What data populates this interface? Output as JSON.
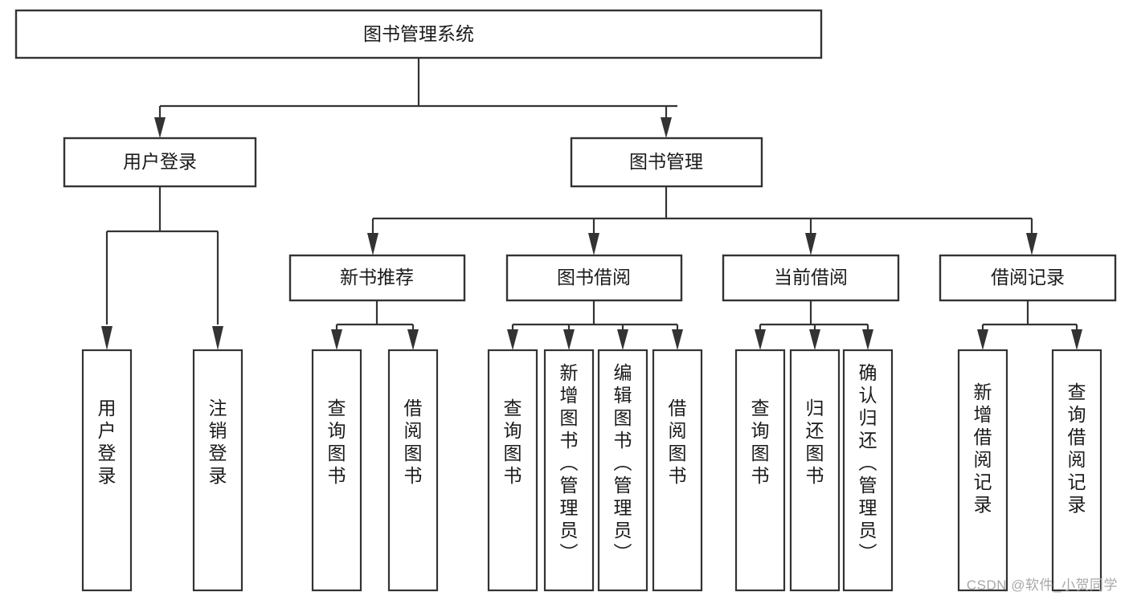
{
  "diagram": {
    "title": "图书管理系统",
    "type": "hierarchy-tree",
    "watermark": "CSDN @软件_小贺同学",
    "levels": [
      {
        "level": 1,
        "nodes": [
          {
            "id": "root",
            "label": "图书管理系统",
            "orientation": "horizontal"
          }
        ]
      },
      {
        "level": 2,
        "nodes": [
          {
            "id": "login",
            "label": "用户登录",
            "orientation": "horizontal",
            "parent": "root"
          },
          {
            "id": "bookmgmt",
            "label": "图书管理",
            "orientation": "horizontal",
            "parent": "root"
          }
        ]
      },
      {
        "level": 3,
        "nodes": [
          {
            "id": "newbook",
            "label": "新书推荐",
            "orientation": "horizontal",
            "parent": "bookmgmt"
          },
          {
            "id": "borrow",
            "label": "图书借阅",
            "orientation": "horizontal",
            "parent": "bookmgmt"
          },
          {
            "id": "current",
            "label": "当前借阅",
            "orientation": "horizontal",
            "parent": "bookmgmt"
          },
          {
            "id": "records",
            "label": "借阅记录",
            "orientation": "horizontal",
            "parent": "bookmgmt"
          }
        ]
      },
      {
        "level": 4,
        "nodes": [
          {
            "id": "leaf-1",
            "label": "用户登录",
            "orientation": "vertical",
            "parent": "login"
          },
          {
            "id": "leaf-2",
            "label": "注销登录",
            "orientation": "vertical",
            "parent": "login"
          },
          {
            "id": "leaf-3",
            "label": "查询图书",
            "orientation": "vertical",
            "parent": "newbook"
          },
          {
            "id": "leaf-4",
            "label": "借阅图书",
            "orientation": "vertical",
            "parent": "newbook"
          },
          {
            "id": "leaf-5",
            "label": "查询图书",
            "orientation": "vertical",
            "parent": "borrow"
          },
          {
            "id": "leaf-6",
            "label": "新增图书（管理员）",
            "orientation": "vertical",
            "parent": "borrow"
          },
          {
            "id": "leaf-7",
            "label": "编辑图书（管理员）",
            "orientation": "vertical",
            "parent": "borrow"
          },
          {
            "id": "leaf-8",
            "label": "借阅图书",
            "orientation": "vertical",
            "parent": "borrow"
          },
          {
            "id": "leaf-9",
            "label": "查询图书",
            "orientation": "vertical",
            "parent": "current"
          },
          {
            "id": "leaf-10",
            "label": "归还图书",
            "orientation": "vertical",
            "parent": "current"
          },
          {
            "id": "leaf-11",
            "label": "确认归还（管理员）",
            "orientation": "vertical",
            "parent": "current"
          },
          {
            "id": "leaf-12",
            "label": "新增借阅记录",
            "orientation": "vertical",
            "parent": "records"
          },
          {
            "id": "leaf-13",
            "label": "查询借阅记录",
            "orientation": "vertical",
            "parent": "records"
          }
        ]
      }
    ],
    "colors": {
      "stroke": "#333333",
      "fill": "#ffffff",
      "text": "#1a1a1a",
      "watermark": "#a8a8a8"
    }
  }
}
